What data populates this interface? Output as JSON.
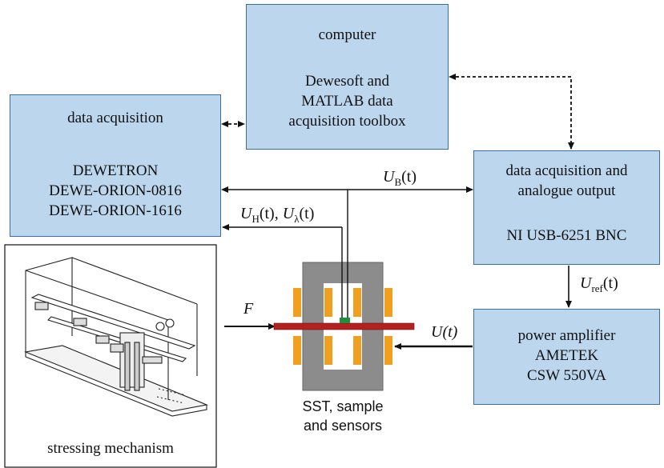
{
  "boxes": {
    "computer": {
      "title": "computer",
      "line1": "Dewesoft and",
      "line2": "MATLAB data",
      "line3": "acquisition toolbox"
    },
    "daq": {
      "title": "data acquisition",
      "line1": "DEWETRON",
      "line2": "DEWE-ORION-0816",
      "line3": "DEWE-ORION-1616"
    },
    "ni": {
      "title1": "data acquisition and",
      "title2": "analogue output",
      "line1": "NI USB-6251 BNC"
    },
    "amp": {
      "line1": "power amplifier",
      "line2": "AMETEK",
      "line3": "CSW 550VA"
    }
  },
  "signals": {
    "ub": {
      "main": "U",
      "sub": "B",
      "arg": "(t)"
    },
    "uh": {
      "main": "U",
      "sub": "H",
      "arg": "(t), "
    },
    "ul": {
      "main": "U",
      "sub": "λ",
      "arg": "(t)"
    },
    "uref": {
      "main": "U",
      "sub": "ref",
      "arg": "(t)"
    },
    "ut": {
      "text": "U(t)"
    },
    "f": {
      "text": "F"
    }
  },
  "captions": {
    "sst_line1": "SST, sample",
    "sst_line2": "and sensors",
    "stress": "stressing mechanism"
  },
  "colors": {
    "box_fill": "#bcd6ee",
    "box_border": "#3a6fa3",
    "yoke": "#8c8c8c",
    "coil": "#f0a01e",
    "sample": "#b22222",
    "sensor": "#1f8f3a"
  }
}
